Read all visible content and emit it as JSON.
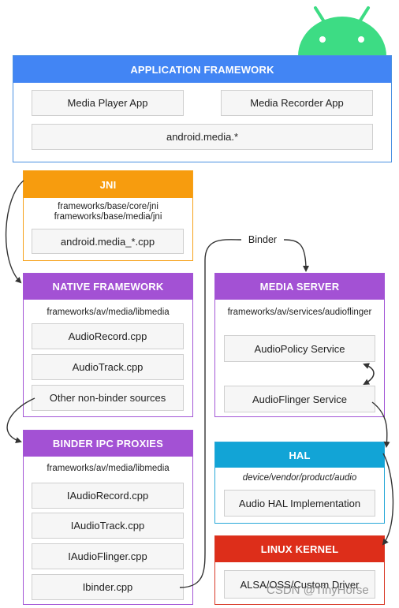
{
  "application_framework": {
    "title": "APPLICATION FRAMEWORK",
    "media_player": "Media Player App",
    "media_recorder": "Media Recorder App",
    "android_media": "android.media.*"
  },
  "jni": {
    "title": "JNI",
    "path_line1": "frameworks/base/core/jni",
    "path_line2": "frameworks/base/media/jni",
    "cpp": "android.media_*.cpp"
  },
  "native_framework": {
    "title": "NATIVE FRAMEWORK",
    "path": "frameworks/av/media/libmedia",
    "items": [
      "AudioRecord.cpp",
      "AudioTrack.cpp",
      "Other non-binder sources"
    ]
  },
  "binder_ipc": {
    "title": "BINDER IPC PROXIES",
    "path": "frameworks/av/media/libmedia",
    "items": [
      "IAudioRecord.cpp",
      "IAudioTrack.cpp",
      "IAudioFlinger.cpp",
      "Ibinder.cpp"
    ]
  },
  "binder_label": "Binder",
  "media_server": {
    "title": "MEDIA SERVER",
    "path": "frameworks/av/services/audioflinger",
    "audio_policy": "AudioPolicy Service",
    "audio_flinger": "AudioFlinger Service"
  },
  "hal": {
    "title": "HAL",
    "path": "device/vendor/product/audio",
    "impl": "Audio HAL Implementation"
  },
  "linux_kernel": {
    "title": "LINUX KERNEL",
    "driver": "ALSA/OSS/Custom Driver"
  },
  "watermark": "CSDN @TinyHorse",
  "colors": {
    "app": "#4285f4",
    "jni": "#f79c0e",
    "native": "#a351d4",
    "hal": "#12a4d6",
    "kernel": "#dd2e1a",
    "android_green": "#3ddc84"
  },
  "icons": [
    "android-robot-icon"
  ]
}
